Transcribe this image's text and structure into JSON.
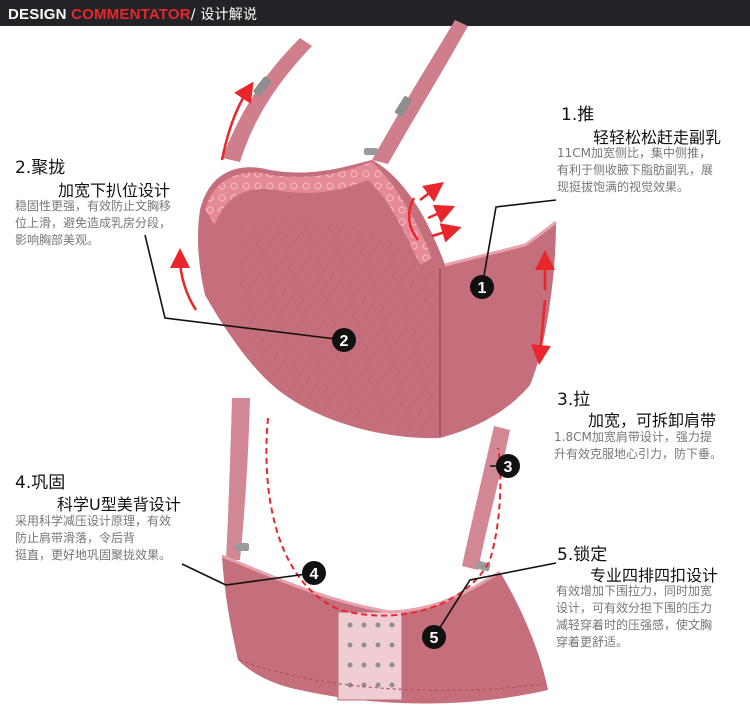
{
  "header": {
    "brand_white": "DESIGN ",
    "brand_red": "COMMENTATOR",
    "subtitle": "/ 设计解说"
  },
  "colors": {
    "header_bg": "#222327",
    "accent_red": "#e8262b",
    "fabric": "#c56f7c",
    "marker": "#111111"
  },
  "markers": [
    "1",
    "2",
    "3",
    "4",
    "5"
  ],
  "annotations": [
    {
      "title": "1.推",
      "subtitle": "轻轻松松赶走副乳",
      "desc": [
        "11CM加宽侧比，集中侧推，",
        "有利于侧收腋下脂肪副乳，展",
        "现挺拔饱满的视觉效果。"
      ]
    },
    {
      "title": "2.聚拢",
      "subtitle": "加宽下扒位设计",
      "desc": [
        "稳固性更强，有效防止文胸移",
        "位上滑，避免造成乳房分段，",
        "影响胸部美观。"
      ]
    },
    {
      "title": "3.拉",
      "subtitle": "加宽，可拆卸肩带",
      "desc": [
        "1.8CM加宽肩带设计，强力提",
        "升有效克服地心引力，防下垂。"
      ]
    },
    {
      "title": "4.巩固",
      "subtitle": "科学U型美背设计",
      "desc": [
        "采用科学减压设计原理，有效",
        "防止肩带滑落，令后背",
        "挺直，更好地巩固聚拢效果。"
      ]
    },
    {
      "title": "5.锁定",
      "subtitle": "专业四排四扣设计",
      "desc": [
        "有效增加下围拉力，同时加宽",
        "设计，可有效分担下围的压力",
        "减轻穿着时的压强感，使文胸",
        "穿着更舒适。"
      ]
    }
  ]
}
